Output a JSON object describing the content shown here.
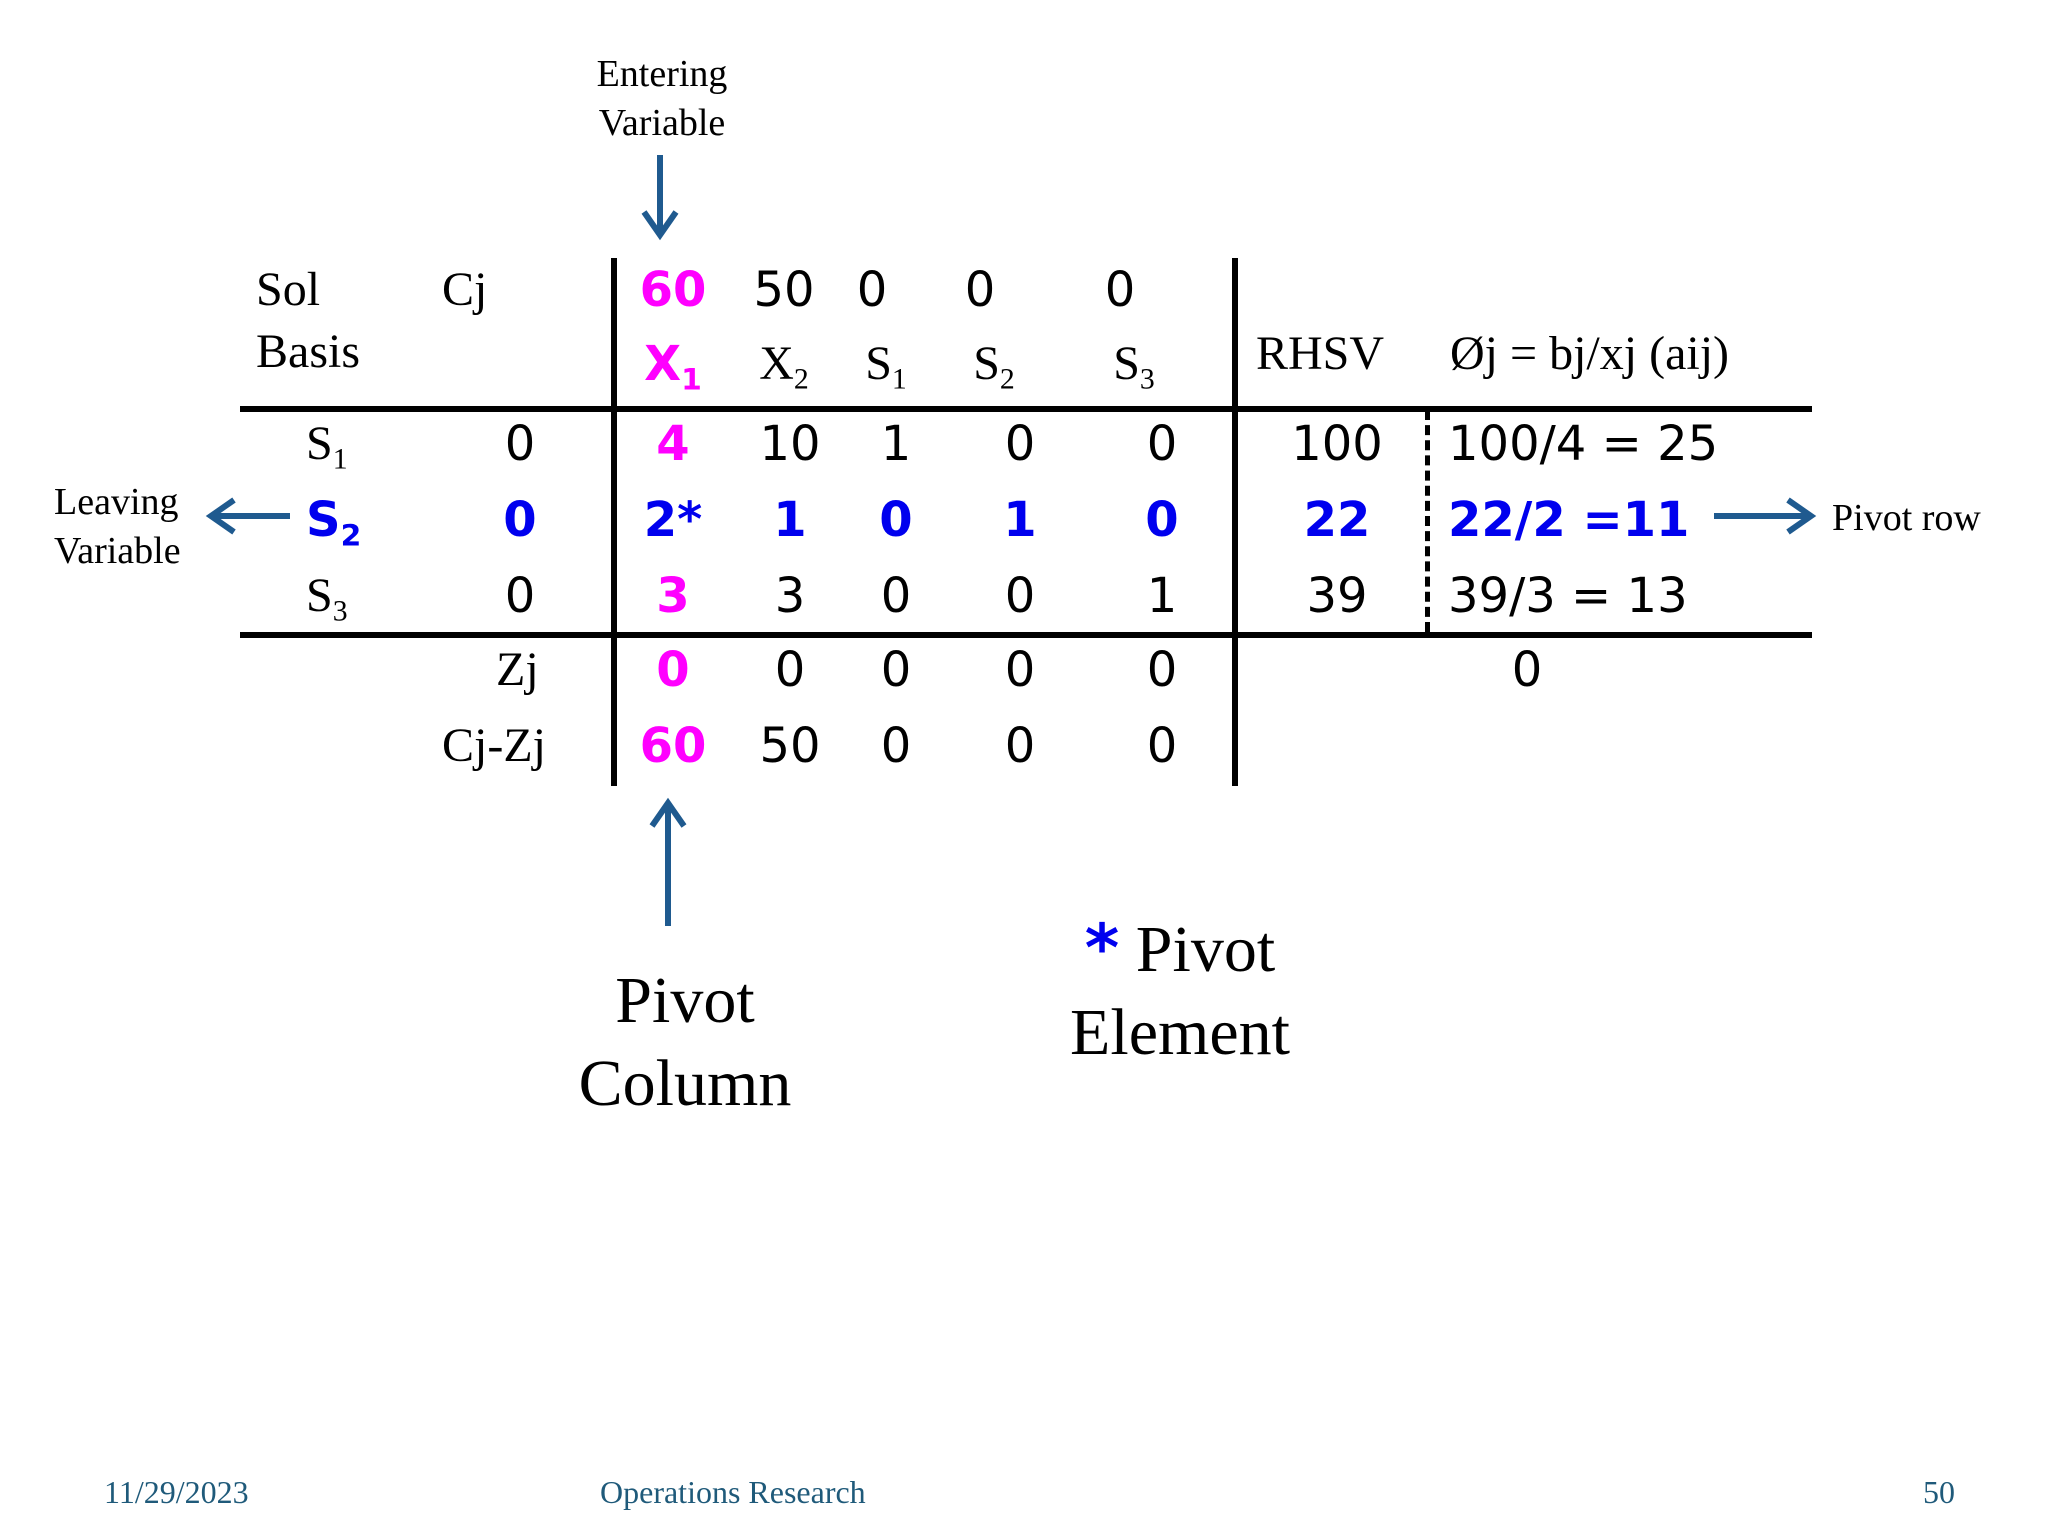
{
  "annotations": {
    "entering_variable": [
      "Entering",
      "Variable"
    ],
    "leaving_variable": [
      "Leaving",
      "Variable"
    ],
    "pivot_row": "Pivot row",
    "pivot_column": [
      "Pivot",
      "Column"
    ],
    "pivot_element_star": "*",
    "pivot_element": [
      "Pivot",
      "Element"
    ]
  },
  "table": {
    "header": {
      "sol_basis": [
        "Sol",
        "Basis"
      ],
      "cj": "Cj",
      "cj_values": [
        "60",
        "50",
        "0",
        "0",
        "0"
      ],
      "variables": [
        {
          "base": "X",
          "sub": "1"
        },
        {
          "base": "X",
          "sub": "2"
        },
        {
          "base": "S",
          "sub": "1"
        },
        {
          "base": "S",
          "sub": "2"
        },
        {
          "base": "S",
          "sub": "3"
        }
      ],
      "rhsv": "RHSV",
      "ratio": "Øj = bj/xj (aij)"
    },
    "rows": [
      {
        "basis": {
          "base": "S",
          "sub": "1"
        },
        "cb": "0",
        "values": [
          "4",
          "10",
          "1",
          "0",
          "0"
        ],
        "rhs": "100",
        "ratio": "100/4 = 25"
      },
      {
        "basis": {
          "base": "S",
          "sub": "2"
        },
        "cb": "0",
        "values": [
          "2*",
          "1",
          "0",
          "1",
          "0"
        ],
        "rhs": "22",
        "ratio": "22/2 =11"
      },
      {
        "basis": {
          "base": "S",
          "sub": "3"
        },
        "cb": "0",
        "values": [
          "3",
          "3",
          "0",
          "0",
          "1"
        ],
        "rhs": "39",
        "ratio": "39/3 = 13"
      }
    ],
    "zj": {
      "label": "Zj",
      "values": [
        "0",
        "0",
        "0",
        "0",
        "0"
      ],
      "ratio": "0"
    },
    "cjzj": {
      "label": "Cj-Zj",
      "values": [
        "60",
        "50",
        "0",
        "0",
        "0"
      ]
    }
  },
  "footer": {
    "date": "11/29/2023",
    "title": "Operations Research",
    "page": "50"
  },
  "colors": {
    "pivot_column": "#ff00ff",
    "pivot_row": "#0000ee",
    "arrow": "#1f5a8f",
    "footer": "#1f5a7a"
  }
}
